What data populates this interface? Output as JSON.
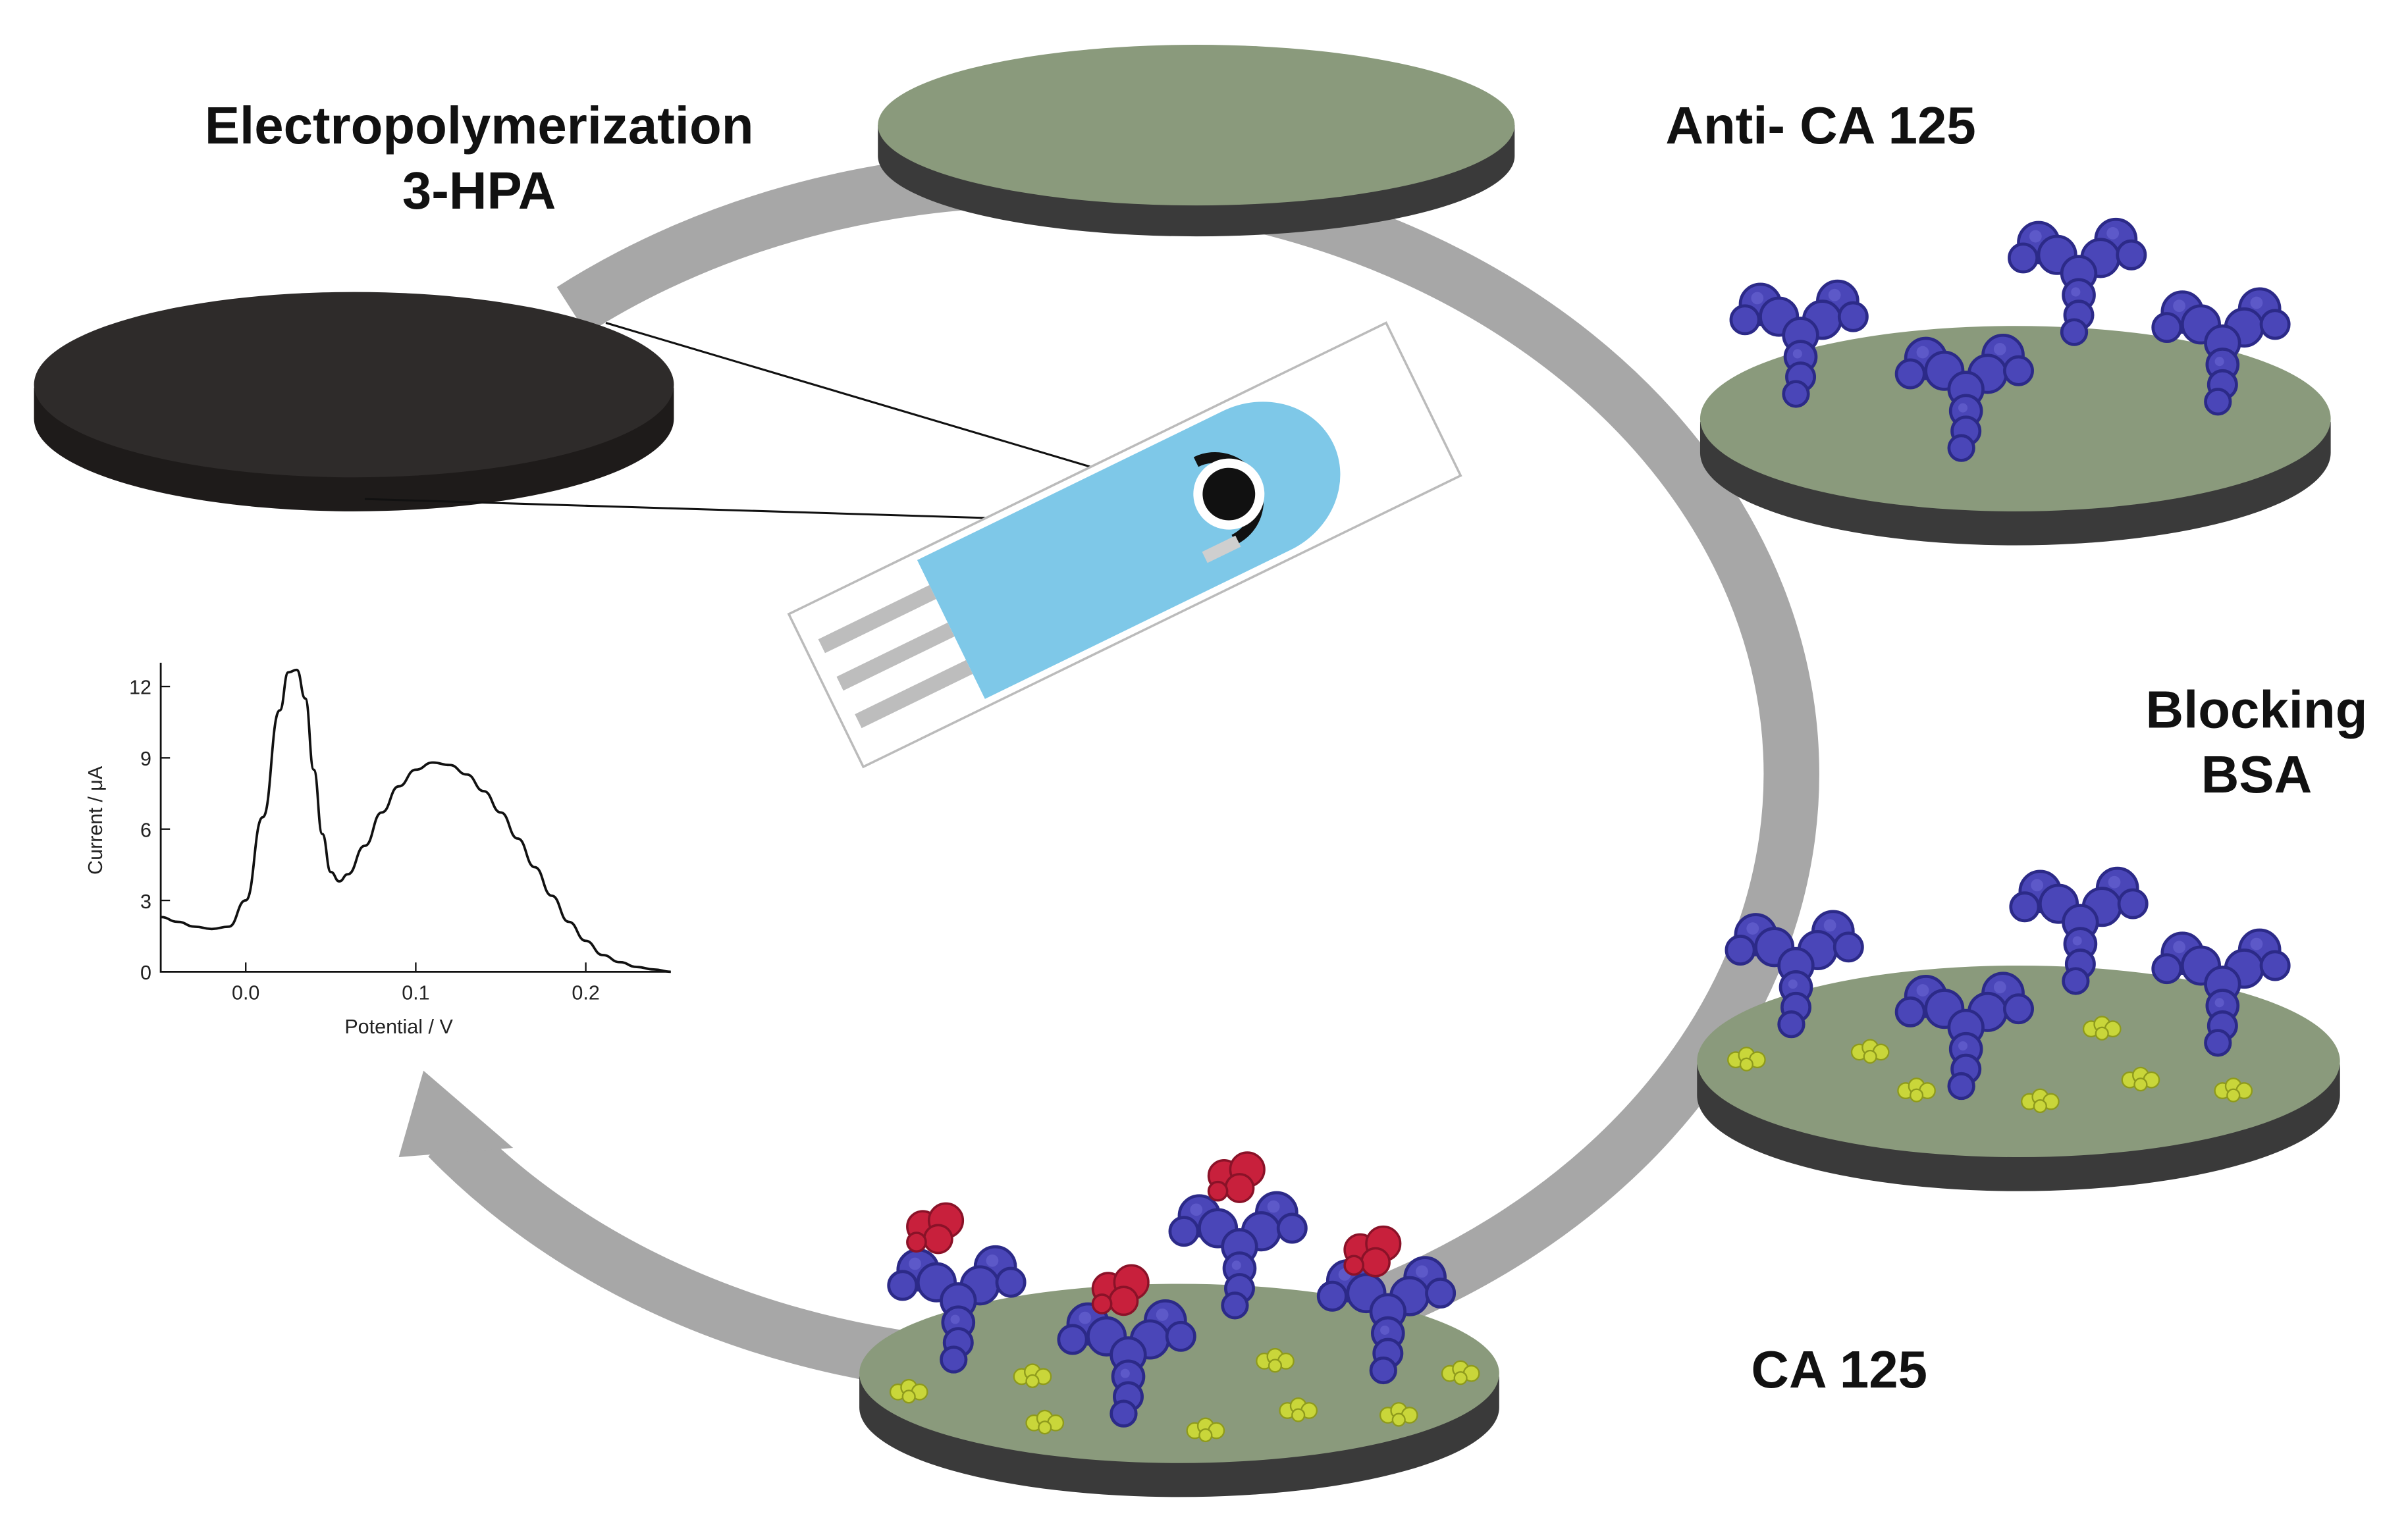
{
  "labels": {
    "step1_line1": "Electropolymerization",
    "step1_line2": "3-HPA",
    "step2": "Anti- CA 125",
    "step3_line1": "Blocking",
    "step3_line2": "BSA",
    "step4": "CA 125"
  },
  "colors": {
    "cycle_arrow": "#a7a7a7",
    "bare_electrode": "#2e2b2a",
    "modified_surface": "#8a9a7c",
    "disk_edge": "#3a3a3a",
    "antibody": "#4a46b8",
    "bsa": "#c9d63a",
    "antigen": "#c8203c",
    "sensor_pad": "#7ec8e8",
    "chart_line": "#111111"
  },
  "icons": {
    "sensor": "screen-printed-electrode-icon",
    "antibody": "antibody-icon",
    "bsa": "bsa-protein-icon",
    "antigen": "ca125-antigen-icon"
  },
  "chart_data": {
    "type": "line",
    "xlabel": "Potential / V",
    "ylabel": "Current / μA",
    "xlim": [
      -0.05,
      0.25
    ],
    "ylim": [
      0,
      13
    ],
    "xticks": [
      0.0,
      0.1,
      0.2
    ],
    "xtick_labels": [
      "0.0",
      "0.1",
      "0.2"
    ],
    "yticks": [
      0,
      3,
      6,
      9,
      12
    ],
    "ytick_labels": [
      "0",
      "3",
      "6",
      "9",
      "12"
    ],
    "grid": false,
    "series": [
      {
        "x": [
          -0.05,
          -0.04,
          -0.03,
          -0.02,
          -0.01,
          0.0,
          0.01,
          0.02,
          0.025,
          0.03,
          0.035,
          0.04,
          0.045,
          0.05,
          0.055,
          0.06,
          0.07,
          0.08,
          0.09,
          0.1,
          0.11,
          0.12,
          0.13,
          0.14,
          0.15,
          0.16,
          0.17,
          0.18,
          0.19,
          0.2,
          0.21,
          0.22,
          0.23,
          0.24,
          0.25
        ],
        "y": [
          2.3,
          2.1,
          1.9,
          1.8,
          1.9,
          3.0,
          6.5,
          11.0,
          12.6,
          12.7,
          11.5,
          8.5,
          5.8,
          4.2,
          3.8,
          4.1,
          5.3,
          6.7,
          7.8,
          8.5,
          8.8,
          8.7,
          8.3,
          7.6,
          6.7,
          5.6,
          4.4,
          3.2,
          2.1,
          1.3,
          0.7,
          0.4,
          0.2,
          0.1,
          0.0
        ]
      }
    ]
  }
}
